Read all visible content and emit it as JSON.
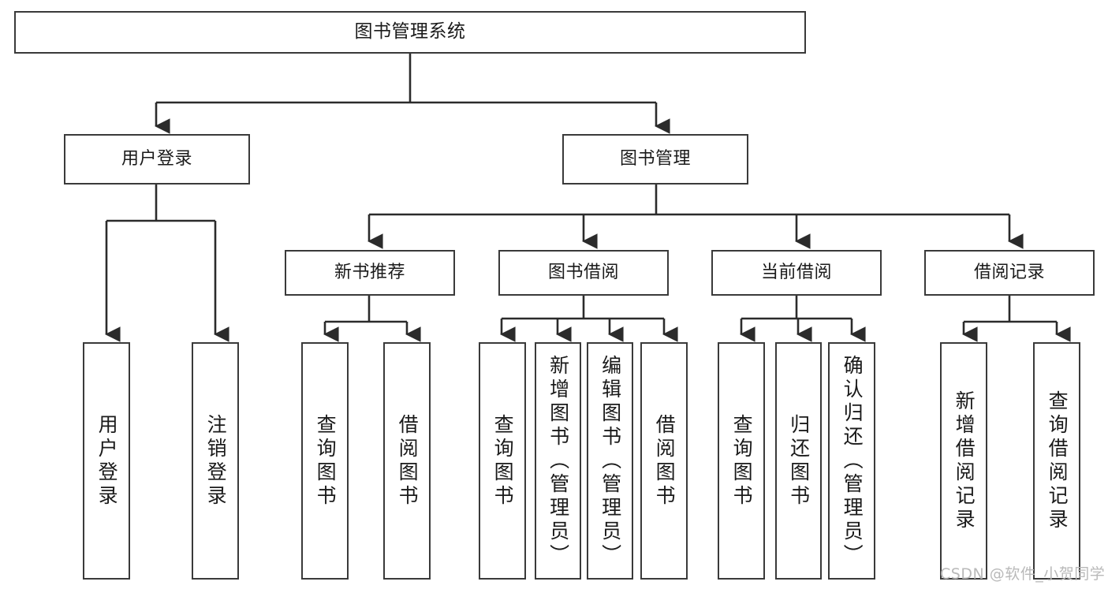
{
  "diagram": {
    "title": "图书管理系统",
    "type": "function-hierarchy-tree",
    "watermark": "CSDN @软件_小贺同学",
    "colors": {
      "background": "#ffffff",
      "box_border": "#3a3a3a",
      "connector": "#2b2b2b",
      "text": "#1a1a1a",
      "watermark": "#b9b9b9"
    },
    "levels": [
      {
        "level": 0,
        "nodes": [
          {
            "id": "root",
            "label": "图书管理系统"
          }
        ]
      },
      {
        "level": 1,
        "nodes": [
          {
            "id": "user-login",
            "label": "用户登录",
            "parent": "root"
          },
          {
            "id": "book-manage",
            "label": "图书管理",
            "parent": "root"
          }
        ]
      },
      {
        "level": 2,
        "nodes": [
          {
            "id": "new-book-rec",
            "label": "新书推荐",
            "parent": "book-manage"
          },
          {
            "id": "book-borrow",
            "label": "图书借阅",
            "parent": "book-manage"
          },
          {
            "id": "current-borrow",
            "label": "当前借阅",
            "parent": "book-manage"
          },
          {
            "id": "borrow-record",
            "label": "借阅记录",
            "parent": "book-manage"
          }
        ]
      },
      {
        "level": 3,
        "nodes": [
          {
            "id": "leaf-user-login",
            "label": "用户登录",
            "parent": "user-login"
          },
          {
            "id": "leaf-user-logout",
            "label": "注销登录",
            "parent": "user-login"
          },
          {
            "id": "leaf-rec-query",
            "label": "查询图书",
            "parent": "new-book-rec"
          },
          {
            "id": "leaf-rec-borrow",
            "label": "借阅图书",
            "parent": "new-book-rec"
          },
          {
            "id": "leaf-borrow-query",
            "label": "查询图书",
            "parent": "book-borrow"
          },
          {
            "id": "leaf-borrow-add",
            "label": "新增图书（管理员）",
            "parent": "book-borrow"
          },
          {
            "id": "leaf-borrow-edit",
            "label": "编辑图书（管理员）",
            "parent": "book-borrow"
          },
          {
            "id": "leaf-borrow-do",
            "label": "借阅图书",
            "parent": "book-borrow"
          },
          {
            "id": "leaf-cur-query",
            "label": "查询图书",
            "parent": "current-borrow"
          },
          {
            "id": "leaf-cur-return",
            "label": "归还图书",
            "parent": "current-borrow"
          },
          {
            "id": "leaf-cur-confirm",
            "label": "确认归还（管理员）",
            "parent": "current-borrow"
          },
          {
            "id": "leaf-rec-add",
            "label": "新增借阅记录",
            "parent": "borrow-record"
          },
          {
            "id": "leaf-rec-query2",
            "label": "查询借阅记录",
            "parent": "borrow-record"
          }
        ]
      }
    ]
  }
}
